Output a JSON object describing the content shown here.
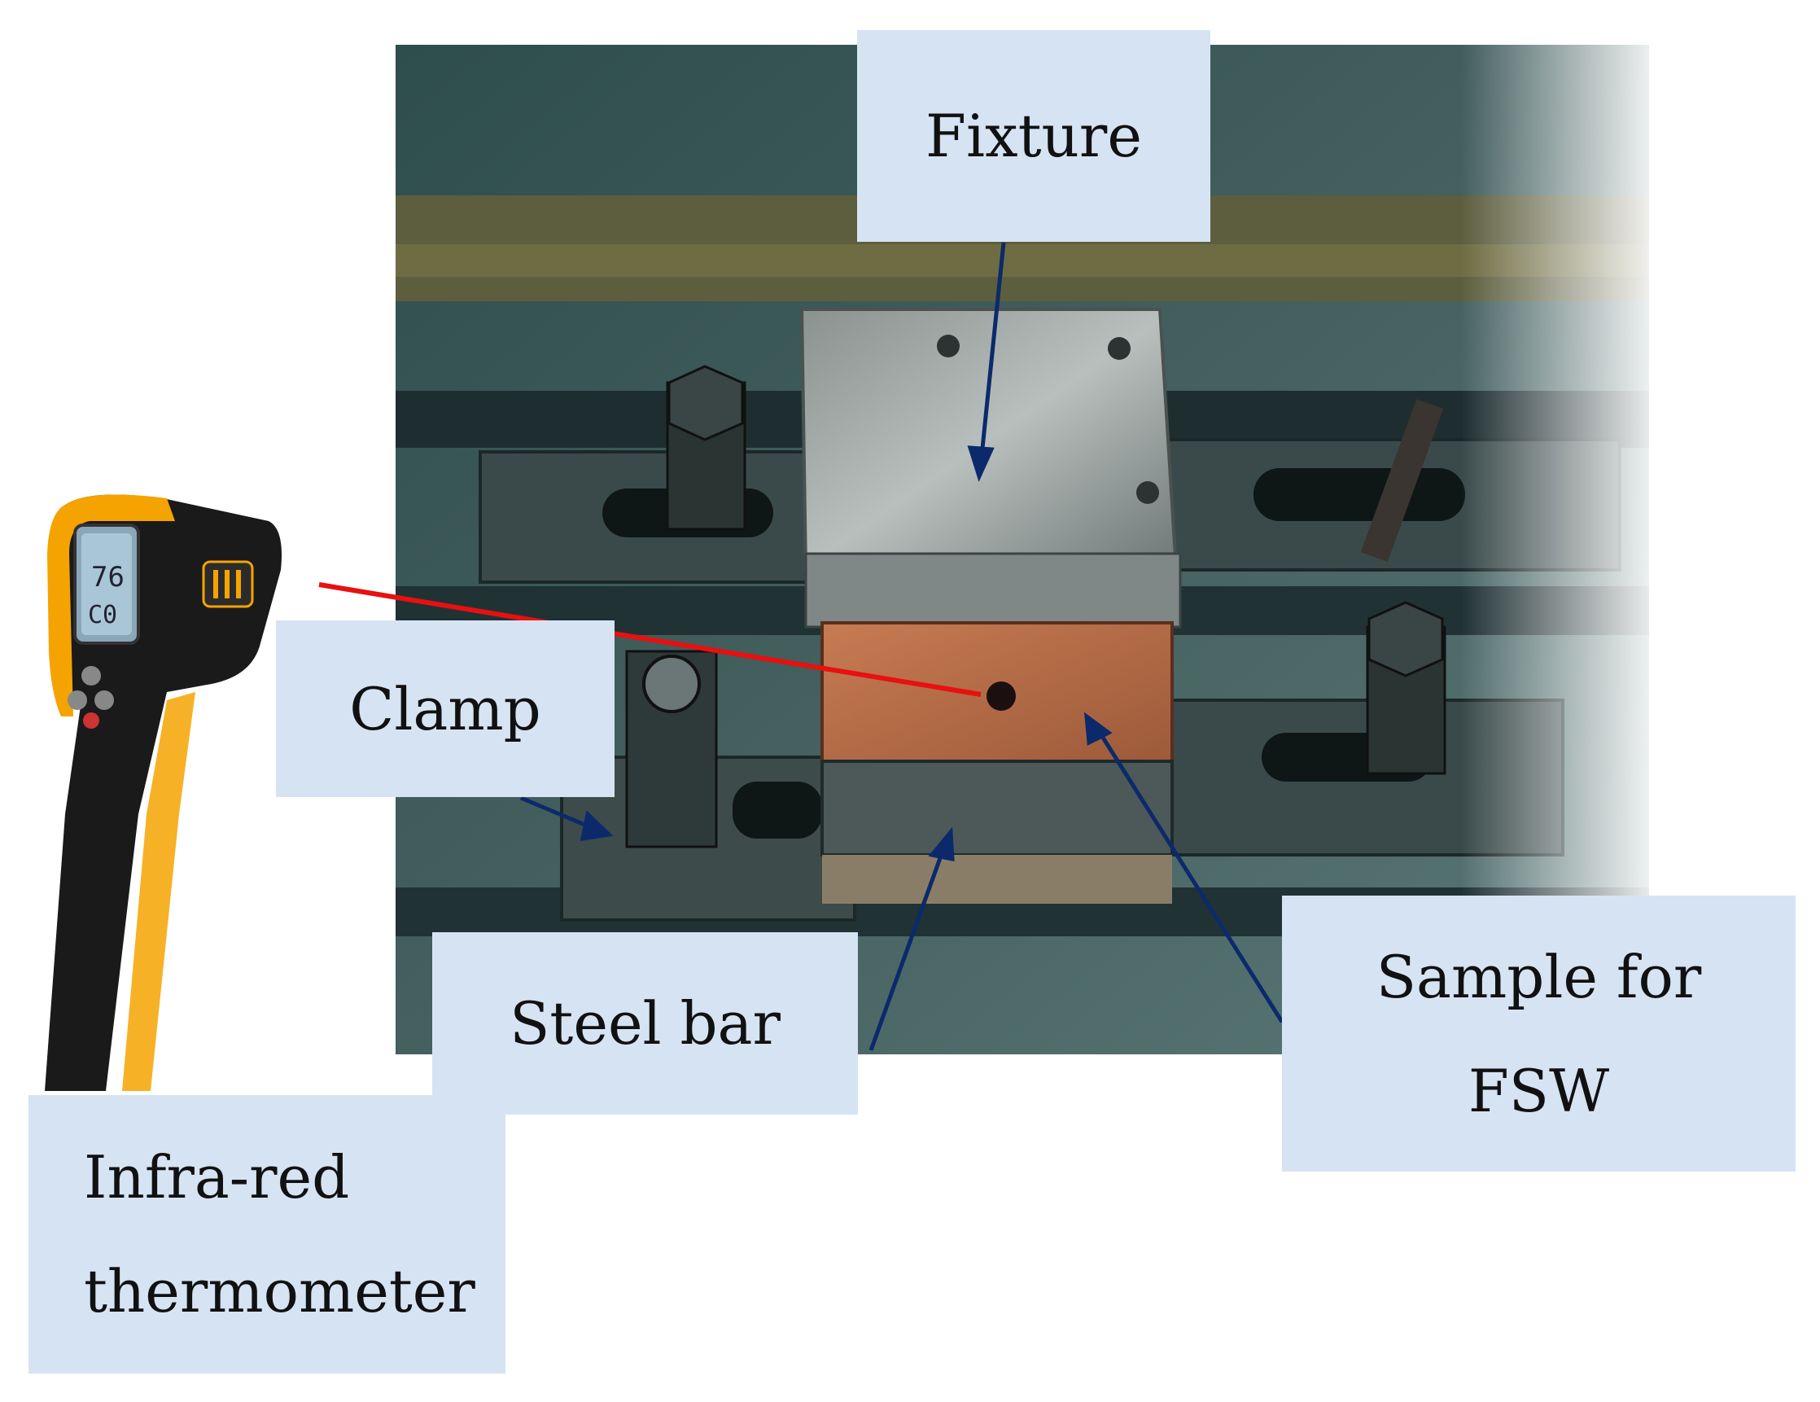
{
  "labels": {
    "fixture": "Fixture",
    "clamp": "Clamp",
    "steel_bar": "Steel bar",
    "sample": "Sample for\nFSW",
    "thermometer": "Infra-red\nthermometer"
  },
  "colors": {
    "label_bg": "#d6e3f3",
    "arrow": "#0c2a6b",
    "laser": "#e81010",
    "thermometer_body": "#1a1a1a",
    "thermometer_accent": "#f5a300",
    "sample_plate": "#b46a45"
  }
}
